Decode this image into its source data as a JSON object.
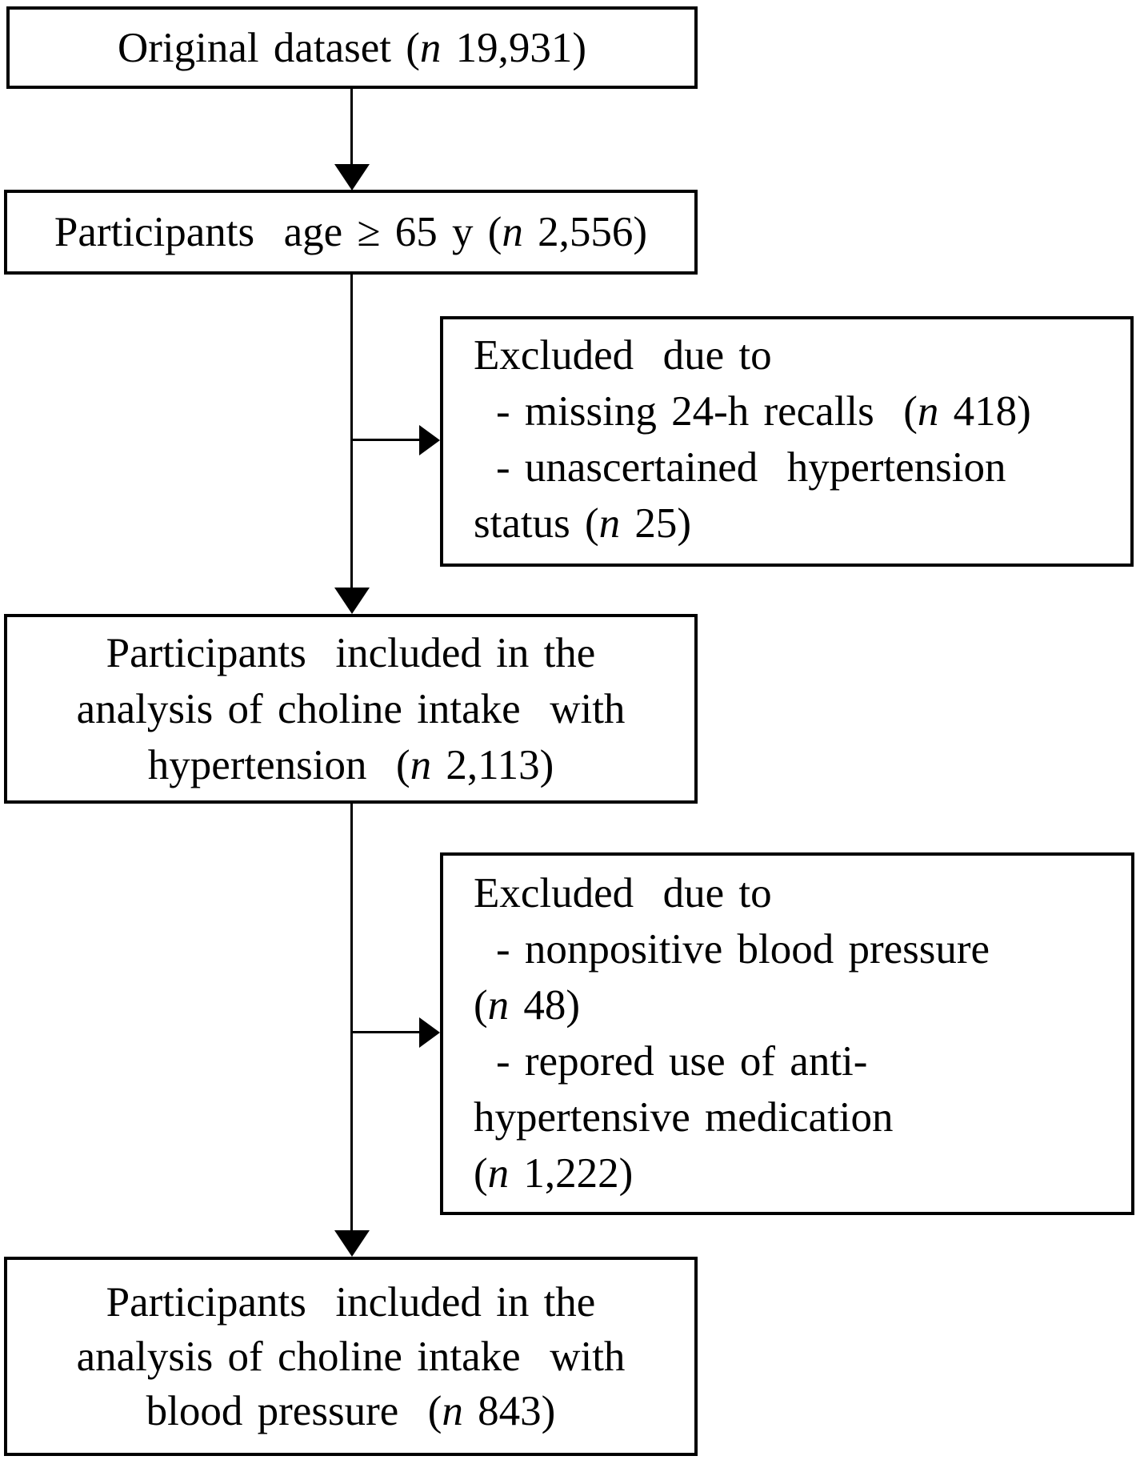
{
  "figure": {
    "type": "participant-selection-flowchart",
    "colors": {
      "line": "#000000",
      "background": "#ffffff",
      "text": "#000000"
    },
    "boxes": {
      "original": {
        "role": "start",
        "lines": [
          {
            "text": "Original dataset (*n* 19,931)",
            "indent": false
          }
        ]
      },
      "age65": {
        "role": "step",
        "lines": [
          {
            "text": "Participants  age ≥ 65 y (*n* 2,556)",
            "indent": false
          }
        ]
      },
      "excluded1": {
        "role": "exclusion",
        "lines": [
          {
            "text": "Excluded  due to",
            "indent": false
          },
          {
            "text": "- missing 24-h recalls  (*n* 418)",
            "indent": true
          },
          {
            "text": "- unascertained  hypertension",
            "indent": true
          },
          {
            "text": "status (*n* 25)",
            "indent": false
          }
        ]
      },
      "hypertensionAnalysis": {
        "role": "step",
        "lines": [
          {
            "text": "Participants  included in the",
            "indent": false
          },
          {
            "text": "analysis of choline intake  with",
            "indent": false
          },
          {
            "text": "hypertension  (*n* 2,113)",
            "indent": false
          }
        ]
      },
      "excluded2": {
        "role": "exclusion",
        "lines": [
          {
            "text": "Excluded  due to",
            "indent": false
          },
          {
            "text": "- nonpositive blood pressure",
            "indent": true
          },
          {
            "text": "(*n* 48)",
            "indent": false
          },
          {
            "text": "- repored use of anti-",
            "indent": true
          },
          {
            "text": "hypertensive medication",
            "indent": false
          },
          {
            "text": "(*n* 1,222)",
            "indent": false
          }
        ]
      },
      "bloodPressureAnalysis": {
        "role": "end",
        "lines": [
          {
            "text": "Participants  included in the",
            "indent": false
          },
          {
            "text": "analysis of choline intake  with",
            "indent": false
          },
          {
            "text": "blood pressure  (*n* 843)",
            "indent": false
          }
        ]
      }
    }
  }
}
